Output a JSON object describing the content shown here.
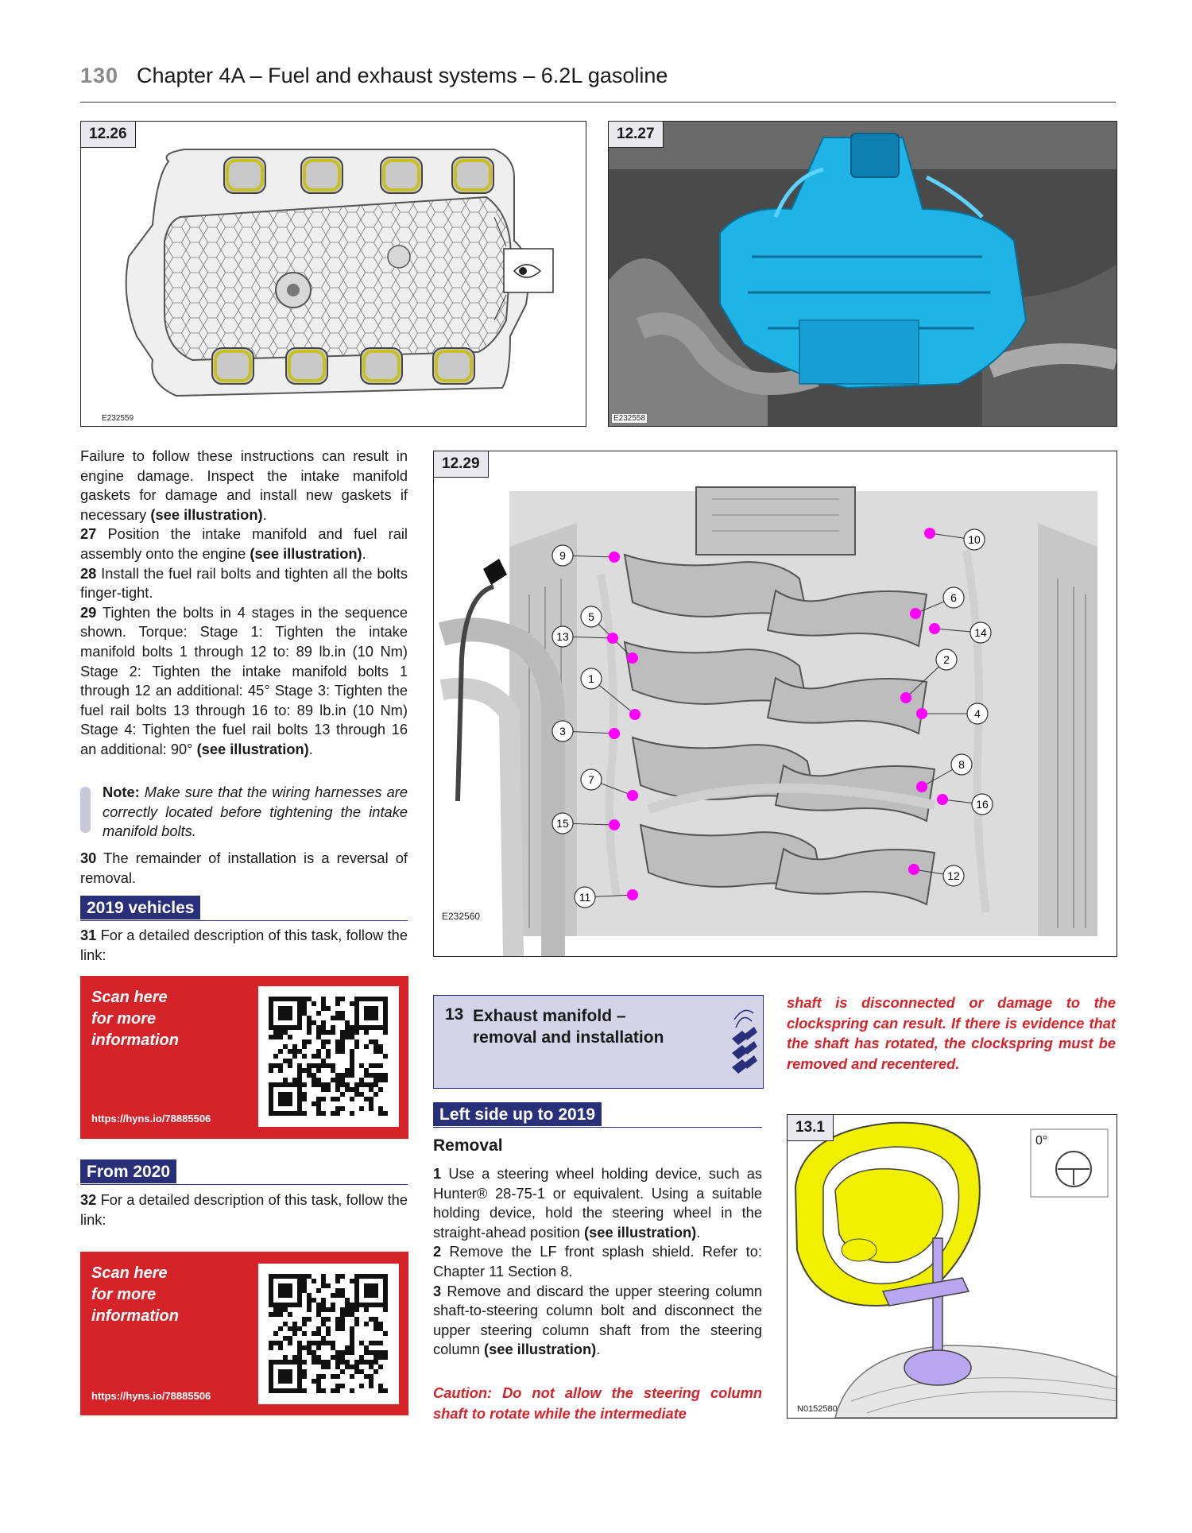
{
  "header": {
    "page_number": "130",
    "title": "Chapter 4A – Fuel and exhaust systems – 6.2L gasoline"
  },
  "figures": {
    "fig_12_26": {
      "label": "12.26",
      "code": "E232559"
    },
    "fig_12_27": {
      "label": "12.27",
      "code": "E232558"
    },
    "fig_12_29": {
      "label": "12.29",
      "code": "E232560",
      "callouts": [
        "1",
        "2",
        "3",
        "4",
        "5",
        "6",
        "7",
        "8",
        "9",
        "10",
        "11",
        "12",
        "13",
        "14",
        "15",
        "16"
      ]
    },
    "fig_13_1": {
      "label": "13.1",
      "code": "N0152580",
      "angle": "0°"
    }
  },
  "left_column": {
    "p1": "Failure to follow these instructions can result in engine damage. Inspect the intake manifold gaskets for damage and install new gaskets if necessary ",
    "p1_ref": "(see illustration)",
    "p1_end": ".",
    "s27_num": "27",
    "s27_text": " Position the intake manifold and fuel rail assembly onto the engine ",
    "s27_ref": "(see illustration)",
    "s27_end": ".",
    "s28_num": "28",
    "s28_text": " Install the fuel rail bolts and tighten all the bolts finger-tight.",
    "s29_num": "29",
    "s29_text": " Tighten the bolts in 4 stages in the sequence shown. Torque: Stage 1: Tighten the intake manifold bolts 1 through 12 to: 89 lb.in (10 Nm) Stage 2: Tighten the intake manifold bolts 1 through 12 an additional: 45° Stage 3: Tighten the fuel rail bolts 13 through 16 to: 89 lb.in (10 Nm) Stage 4: Tighten the fuel rail bolts 13 through 16 an additional: 90° ",
    "s29_ref": "(see illustration)",
    "s29_end": ".",
    "note_label": "Note:",
    "note_text": " Make sure that the wiring harnesses are correctly located before tightening the intake manifold bolts.",
    "s30_num": "30",
    "s30_text": " The remainder of installation is a reversal of removal.",
    "sec_2019": "2019 vehicles",
    "s31_num": "31",
    "s31_text": " For a detailed description of this task, follow the link:",
    "scan1": {
      "line1": "Scan here",
      "line2": "for more",
      "line3": "information",
      "url": "https://hyns.io/78885506"
    },
    "sec_2020": "From 2020",
    "s32_num": "32",
    "s32_text": " For a detailed description of this task, follow the link:",
    "scan2": {
      "line1": "Scan here",
      "line2": "for more",
      "line3": "information",
      "url": "https://hyns.io/78885506"
    }
  },
  "middle_column": {
    "section_num": "13",
    "section_title_1": "Exhaust manifold –",
    "section_title_2": "removal and installation",
    "difficulty_icon": "spanner-rating-icon",
    "subsection": "Left side up to 2019",
    "removal_heading": "Removal",
    "s1_num": "1",
    "s1_text": " Use a steering wheel holding device, such as Hunter® 28-75-1 or equivalent. Using a suitable holding device, hold the steering wheel in the straight-ahead position ",
    "s1_ref": "(see illustration)",
    "s1_end": ".",
    "s2_num": "2",
    "s2_text": " Remove the LF front splash shield. Refer to: Chapter 11 Section 8.",
    "s3_num": "3",
    "s3_text": " Remove and discard the upper steering column shaft-to-steering column bolt and disconnect the upper steering column shaft from the steering column ",
    "s3_ref": "(see illustration)",
    "s3_end": ".",
    "caution": "Caution: Do not allow the steering column shaft to rotate while the intermediate"
  },
  "right_column": {
    "caution_cont": "shaft is disconnected or damage to the clockspring can result. If there is evidence that the shaft has rotated, the clockspring must be removed and recentered."
  },
  "colors": {
    "accent_blue": "#2a2f7a",
    "scan_red": "#d42329",
    "highlight_cyan": "#1fb3e6",
    "bolt_magenta": "#ff00ff",
    "wheel_yellow": "#f0f000",
    "tool_purple": "#b9a6f0"
  }
}
